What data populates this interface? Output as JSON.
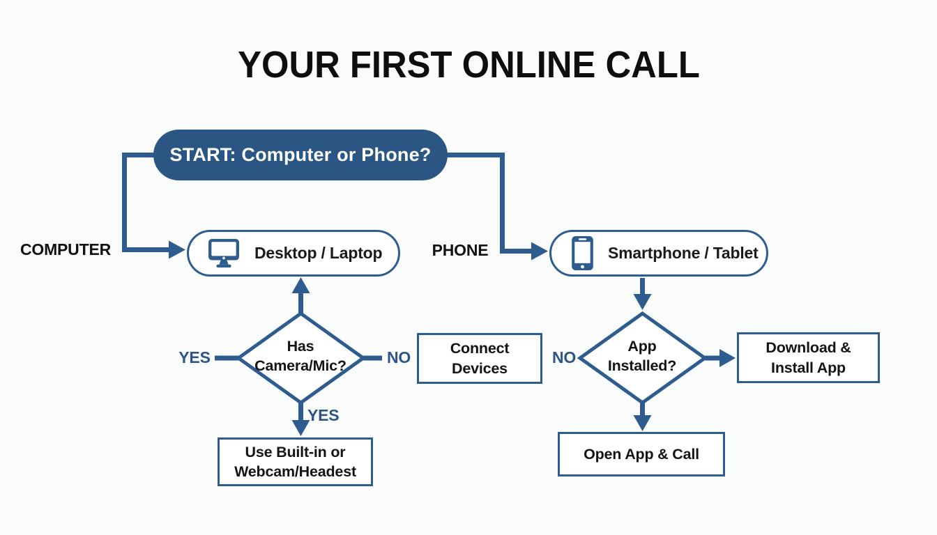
{
  "title": "YOUR FIRST ONLINE CALL",
  "colors": {
    "primary_blue": "#2e5c8e",
    "start_pill_fill": "#2b5683",
    "label_blue": "#2f5587",
    "text_black": "#141414",
    "background": "#fafbfb"
  },
  "flowchart": {
    "start": {
      "label": "START: Computer or Phone?"
    },
    "branch_labels": {
      "computer": "COMPUTER",
      "phone": "PHONE"
    },
    "nodes": {
      "desktop": {
        "icon": "monitor-icon",
        "label": "Desktop / Laptop"
      },
      "smartphone": {
        "icon": "smartphone-icon",
        "label": "Smartphone / Tablet"
      },
      "has_camera": {
        "line1": "Has",
        "line2": "Camera/Mic?"
      },
      "connect_devices": {
        "line1": "Connect",
        "line2": "Devices"
      },
      "app_installed": {
        "line1": "App",
        "line2": "Installed?"
      },
      "download_install": {
        "line1": "Download &",
        "line2": "Install App"
      },
      "use_builtin": {
        "line1": "Use Built-in or",
        "line2": "Webcam/Headest"
      },
      "open_app": {
        "label": "Open App & Call"
      }
    },
    "edge_labels": {
      "camera_yes_left": "YES",
      "camera_no_right": "NO",
      "camera_yes_down": "YES",
      "app_installed_no": "NO"
    }
  }
}
